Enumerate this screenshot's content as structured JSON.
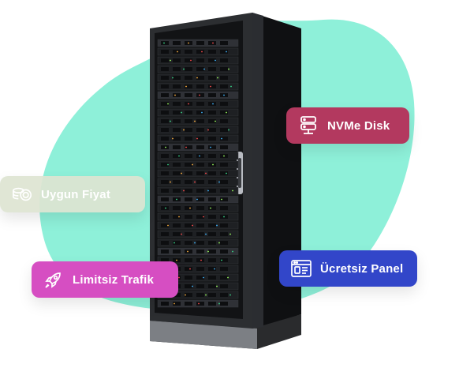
{
  "badges": {
    "nvme": {
      "label": "NVMe Disk",
      "icon": "server-stack-icon",
      "color": "#b3395f"
    },
    "fiyat": {
      "label": "Uygun Fiyat",
      "icon": "coins-icon",
      "color": "#dde4d1"
    },
    "trafik": {
      "label": "Limitsiz Trafik",
      "icon": "rocket-icon",
      "color": "#d64ec2"
    },
    "panel": {
      "label": "Ücretsiz Panel",
      "icon": "control-panel-icon",
      "color": "#3246c9"
    }
  },
  "colors": {
    "blob": "#8ef0d9",
    "rack_body": "#1b1c1e"
  }
}
